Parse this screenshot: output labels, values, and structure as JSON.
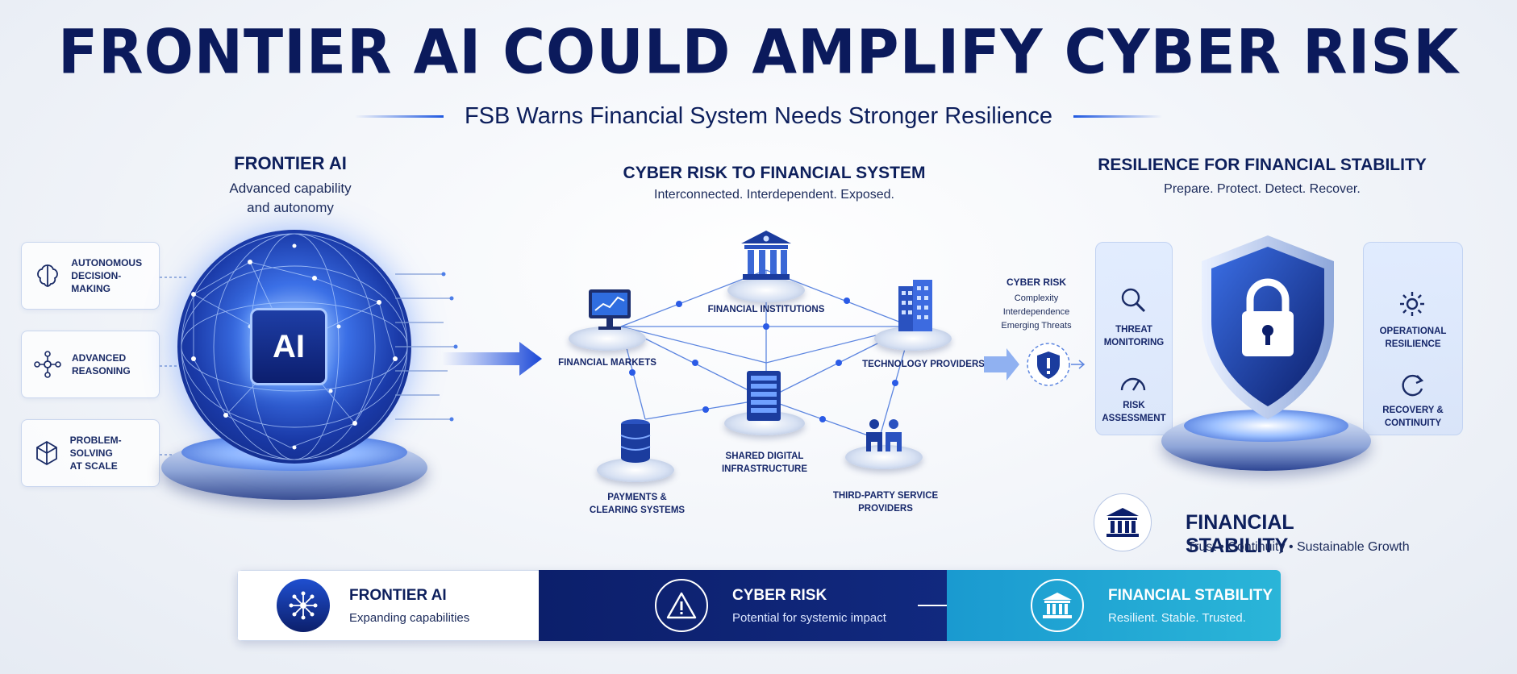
{
  "header": {
    "title": "FRONTIER AI COULD AMPLIFY CYBER RISK",
    "subtitle": "FSB Warns Financial System Needs Stronger Resilience"
  },
  "left": {
    "title": "FRONTIER AI",
    "subtitle_line1": "Advanced capability",
    "subtitle_line2": "and autonomy",
    "chip_label": "AI",
    "capabilities": [
      {
        "line1": "AUTONOMOUS",
        "line2": "DECISION-MAKING",
        "icon": "brain-icon"
      },
      {
        "line1": "ADVANCED",
        "line2": "REASONING",
        "icon": "network-icon"
      },
      {
        "line1": "PROBLEM-SOLVING",
        "line2": "AT SCALE",
        "icon": "cube-icon"
      }
    ]
  },
  "middle": {
    "title": "CYBER RISK TO FINANCIAL SYSTEM",
    "subtitle": "Interconnected. Interdependent. Exposed.",
    "nodes": {
      "financial_institutions": "FINANCIAL INSTITUTIONS",
      "financial_markets": "FINANCIAL MARKETS",
      "technology_providers": "TECHNOLOGY PROVIDERS",
      "shared_line1": "SHARED DIGITAL",
      "shared_line2": "INFRASTRUCTURE",
      "payments_line1": "PAYMENTS &",
      "payments_line2": "CLEARING SYSTEMS",
      "thirdparty_line1": "THIRD-PARTY SERVICE",
      "thirdparty_line2": "PROVIDERS"
    },
    "cyber_risk": {
      "title": "CYBER RISK",
      "line1": "Complexity",
      "line2": "Interdependence",
      "line3": "Emerging Threats"
    }
  },
  "right": {
    "title": "RESILIENCE FOR FINANCIAL STABILITY",
    "subtitle": "Prepare. Protect. Detect. Recover.",
    "left_items": [
      {
        "line1": "THREAT",
        "line2": "MONITORING",
        "icon": "magnifier-icon"
      },
      {
        "line1": "RISK",
        "line2": "ASSESSMENT",
        "icon": "gauge-icon"
      }
    ],
    "right_items": [
      {
        "line1": "OPERATIONAL",
        "line2": "RESILIENCE",
        "icon": "gear-icon"
      },
      {
        "line1": "RECOVERY &",
        "line2": "CONTINUITY",
        "icon": "refresh-icon"
      }
    ],
    "stability": {
      "title": "FINANCIAL STABILITY",
      "subtitle": "Trust • Continuity • Sustainable Growth"
    }
  },
  "bottom_bar": [
    {
      "title": "FRONTIER AI",
      "subtitle": "Expanding capabilities",
      "icon": "network-icon"
    },
    {
      "title": "CYBER RISK",
      "subtitle": "Potential for systemic impact",
      "icon": "warning-icon"
    },
    {
      "title": "FINANCIAL STABILITY",
      "subtitle": "Resilient. Stable. Trusted.",
      "icon": "bank-icon"
    }
  ],
  "colors": {
    "navy": "#0b1a5c",
    "accent_blue": "#1f58e0",
    "teal": "#22a9d4"
  }
}
